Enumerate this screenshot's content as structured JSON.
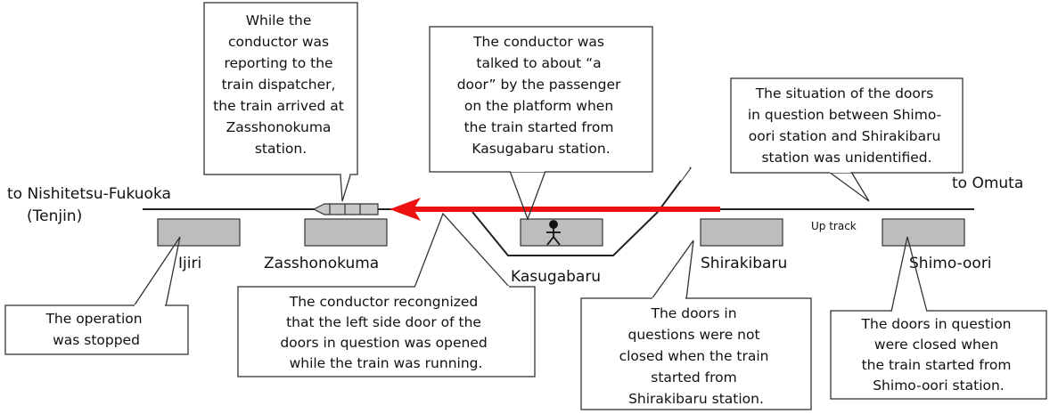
{
  "labels": {
    "to_fukuoka_line1": "to Nishitetsu-Fukuoka",
    "to_fukuoka_line2": "(Tenjin)",
    "to_omuta": "to Omuta",
    "up_track": "Up track"
  },
  "stations": {
    "ijiri": "Ijiri",
    "zasshonokuma": "Zasshonokuma",
    "kasugabaru": "Kasugabaru",
    "shirakibaru": "Shirakibaru",
    "shimo_oori": "Shimo-oori"
  },
  "callouts": {
    "reporting": [
      "While the",
      "conductor was",
      "reporting to the",
      "train dispatcher,",
      "the train arrived at",
      "Zasshonokuma",
      "station."
    ],
    "talked": [
      "The conductor was",
      "talked to about “a",
      "door” by the passenger",
      "on the platform when",
      "the train started from",
      "Kasugabaru station."
    ],
    "situation": [
      "The situation of the doors",
      "in question between Shimo-",
      "oori station and Shirakibaru",
      "station was unidentified."
    ],
    "stopped": [
      "The operation",
      "was stopped"
    ],
    "recognized": [
      "The conductor recongnized",
      "that the left side door of the",
      "doors in question was opened",
      "while the train was running."
    ],
    "not_closed": [
      "The doors in",
      "questions were not",
      "closed when the train",
      "started from",
      "Shirakibaru station."
    ],
    "closed": [
      "The doors in question",
      "were closed when",
      "the train started from",
      "Shimo-oori station."
    ]
  },
  "colors": {
    "route_arrow": "#ee1111",
    "platform": "#bdbdbd"
  }
}
